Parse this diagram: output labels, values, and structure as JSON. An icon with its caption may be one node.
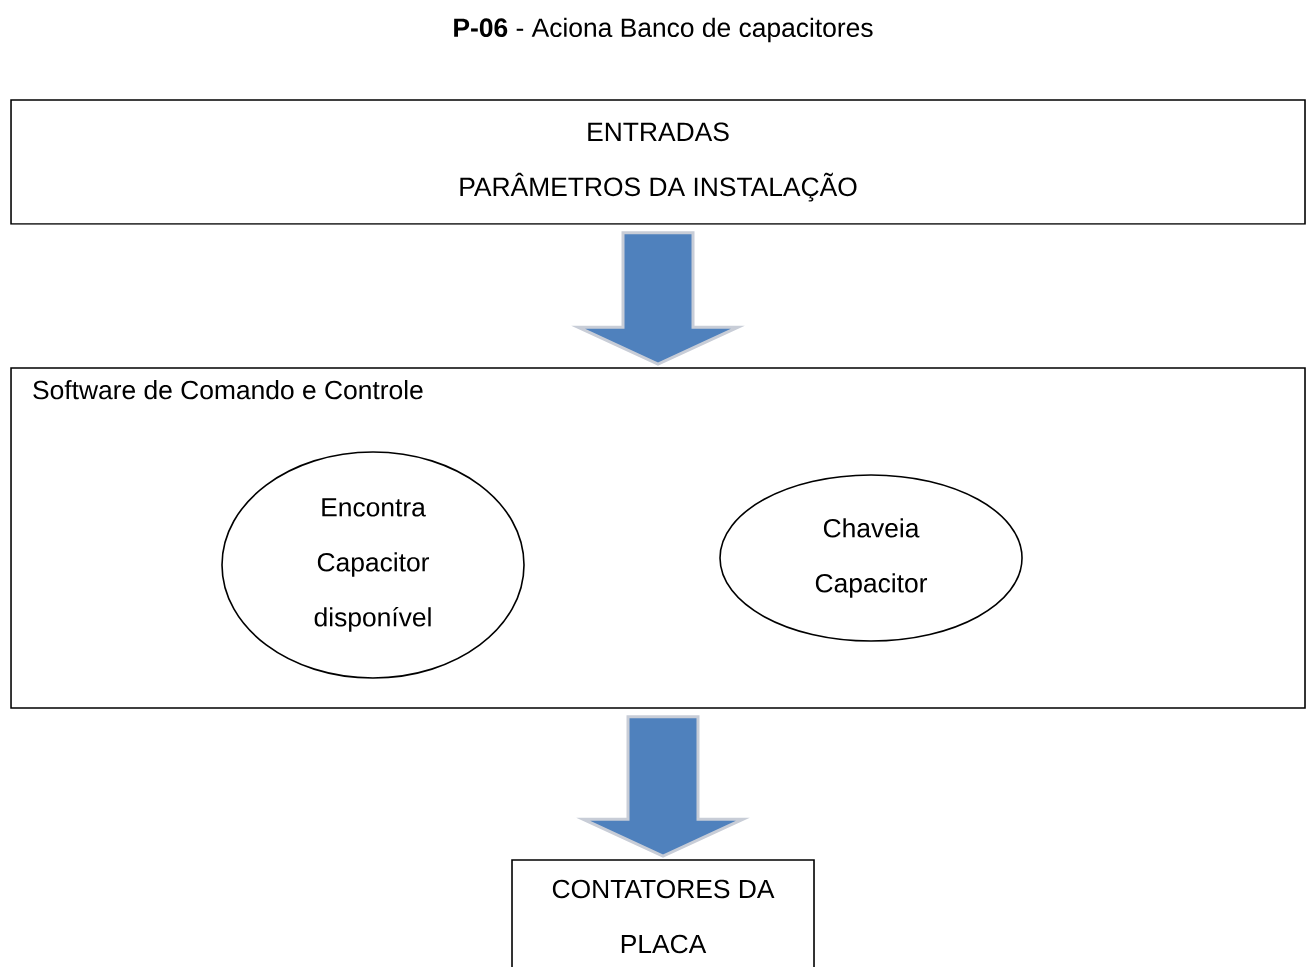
{
  "diagram": {
    "title": "**P-06** - Aciona Banco de capacitores",
    "nodes": [
      {
        "text": [
          "ENTRADAS",
          "PARÂMETROS DA INSTALAÇÃO"
        ]
      },
      {
        "text": [
          "Software de Comando e Controle"
        ]
      },
      {
        "text": [
          "Encontra Capacitor disponível"
        ],
        "in": 1
      },
      {
        "text": [
          "Chaveia Capacitor"
        ],
        "in": 1
      },
      {
        "text": [
          "CONTATORES DA PLACA"
        ]
      }
    ],
    "edges": [
      {
        "from": 0,
        "to": 1,
        "arrow": "to",
        "style": "thick"
      },
      {
        "from": 1,
        "to": 4,
        "arrow": "to",
        "style": "thick"
      }
    ]
  }
}
